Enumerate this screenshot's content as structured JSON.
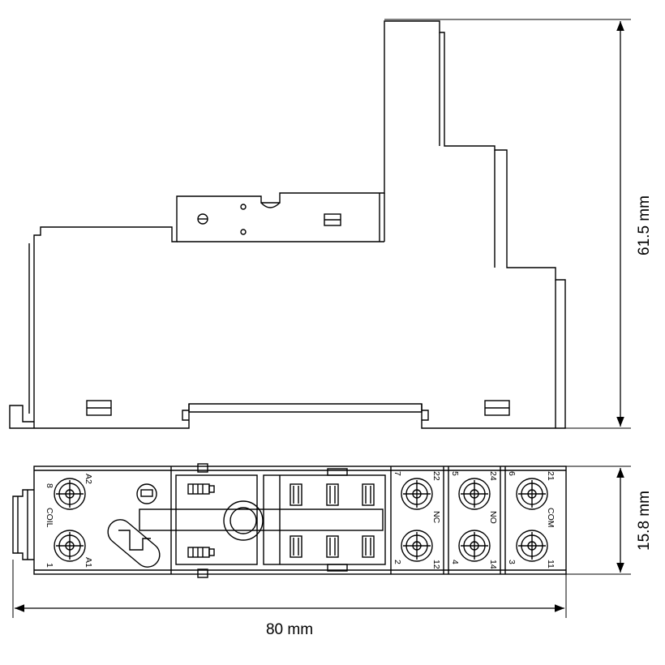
{
  "dimensions": {
    "height_top": "61.5 mm",
    "height_bottom": "15.8 mm",
    "width": "80 mm"
  },
  "terminal_labels": {
    "coil_a2_num": "8",
    "coil_a2": "A2",
    "coil_label": "COIL",
    "coil_a1": "A1",
    "coil_a1_num": "1",
    "nc_top_num": "7",
    "nc_top_id": "22",
    "nc_label": "NC",
    "nc_bottom_num": "2",
    "nc_bottom_id": "12",
    "no_top_num": "5",
    "no_top_id": "24",
    "no_label": "NO",
    "no_bottom_num": "4",
    "no_bottom_id": "14",
    "com_top_num": "6",
    "com_top_id": "21",
    "com_label": "COM",
    "com_bottom_num": "3",
    "com_bottom_id": "11"
  },
  "colors": {
    "line": "#000000",
    "background": "#ffffff"
  }
}
